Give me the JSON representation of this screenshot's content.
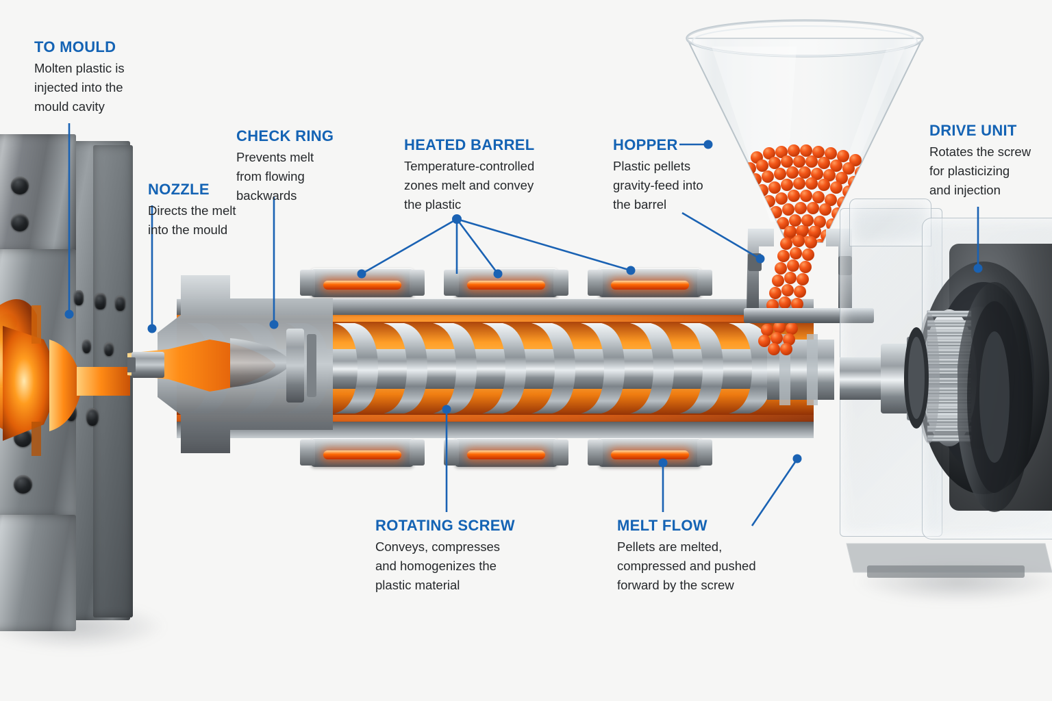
{
  "diagram": {
    "title": "Injection moulding machine cutaway",
    "background_color": "#f6f6f5",
    "accent_color": "#1463b4",
    "body_text_color": "#25282b",
    "melt_color": "#ff7a14",
    "pellet_color": "#f04e13",
    "steel_color": "#9aa0a5"
  },
  "callouts": [
    {
      "id": "to-mould",
      "title": "TO MOULD",
      "desc": "Molten plastic is\ninjected into the\nmould cavity",
      "desc_lines": [
        "Molten plastic is",
        "injected into the",
        "mould cavity"
      ]
    },
    {
      "id": "nozzle",
      "title": "NOZZLE",
      "desc": "Directs the melt\ninto the mould",
      "desc_lines": [
        "Directs the melt",
        "into the mould"
      ]
    },
    {
      "id": "check-ring",
      "title": "CHECK RING",
      "desc": "Prevents melt\nfrom flowing\nbackwards",
      "desc_lines": [
        "Prevents melt",
        "from flowing",
        "backwards"
      ]
    },
    {
      "id": "heated-barrel",
      "title": "HEATED BARREL",
      "desc": "Temperature-controlled\nzones melt and convey\nthe plastic",
      "desc_lines": [
        "Temperature-controlled",
        "zones melt and convey",
        "the plastic"
      ]
    },
    {
      "id": "hopper",
      "title": "HOPPER",
      "desc": "Plastic pellets\ngravity-feed into\nthe barrel",
      "desc_lines": [
        "Plastic pellets",
        "gravity-feed into",
        "the barrel"
      ]
    },
    {
      "id": "drive-unit",
      "title": "DRIVE UNIT",
      "desc": "Rotates the screw\nfor plasticizing\nand injection",
      "desc_lines": [
        "Rotates the screw",
        "for plasticizing",
        "and injection"
      ]
    },
    {
      "id": "rotating-screw",
      "title": "ROTATING SCREW",
      "desc": "Conveys, compresses\nand homogenizes the\nplastic material",
      "desc_lines": [
        "Conveys, compresses",
        "and homogenizes the",
        "plastic material"
      ]
    },
    {
      "id": "melt-flow",
      "title": "MELT FLOW",
      "desc": "Pellets are melted,\ncompressed and pushed\nforward by the screw",
      "desc_lines": [
        "Pellets are melted,",
        "compressed and pushed",
        "forward by the screw"
      ]
    }
  ],
  "parts": {
    "mould_block": "mould-block",
    "sprue": "sprue-channel",
    "nozzle": "nozzle-tip",
    "check_ring": "check-ring",
    "barrel": "heated-barrel",
    "screw": "rotating-screw",
    "heater_bands": 6,
    "hopper": "pellet-hopper",
    "feed_throat": "feed-throat",
    "gear": "drive-gear",
    "motor": "drive-motor"
  }
}
